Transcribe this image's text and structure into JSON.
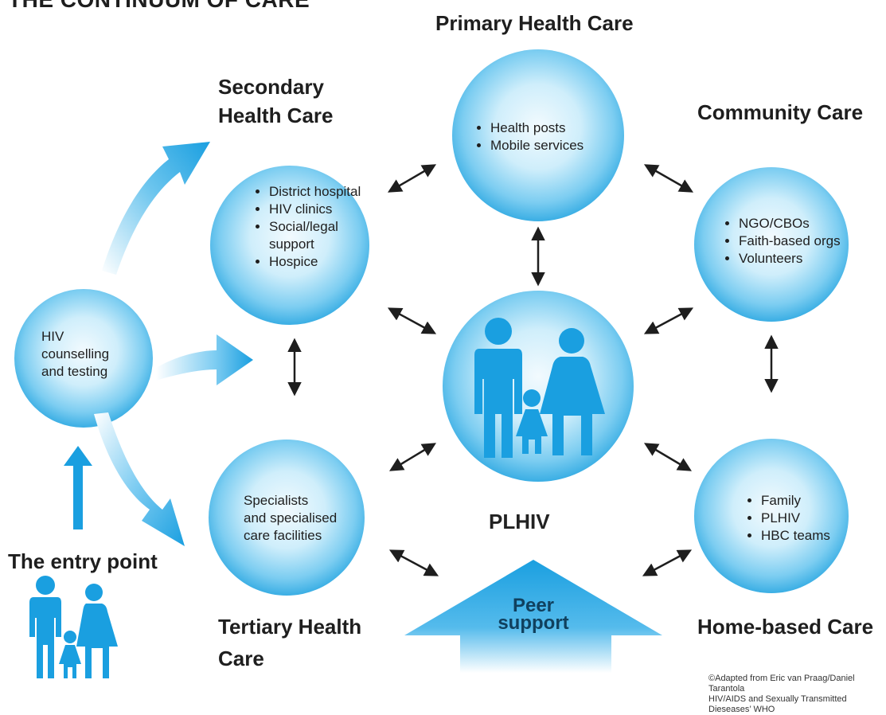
{
  "title": "THE CONTINUUM OF CARE",
  "nodes": {
    "primary": {
      "heading": "Primary Health Care",
      "items": [
        "Health posts",
        "Mobile services"
      ]
    },
    "secondary": {
      "heading_line1": "Secondary",
      "heading_line2": "Health Care",
      "items": [
        "District hospital",
        "HIV clinics",
        "Social/legal support",
        "Hospice"
      ]
    },
    "community": {
      "heading": "Community Care",
      "items": [
        "NGO/CBOs",
        "Faith-based orgs",
        "Volunteers"
      ]
    },
    "tertiary": {
      "heading_line1": "Tertiary Health",
      "heading_line2": "Care",
      "text_lines": [
        "Specialists",
        "and specialised",
        "care facilities"
      ]
    },
    "home": {
      "heading": "Home-based Care",
      "items": [
        "Family",
        "PLHIV",
        "HBC teams"
      ]
    },
    "center": {
      "label": "PLHIV"
    },
    "entry": {
      "text_lines": [
        "HIV",
        "counselling",
        "and testing"
      ],
      "label": "The entry point"
    }
  },
  "peer_support": {
    "line1": "Peer",
    "line2": "support"
  },
  "credit": {
    "line1": "©Adapted from Eric van Praag/Daniel Tarantola",
    "line2": "HIV/AIDS and Sexually Transmitted Dieseases’ WHO"
  },
  "colors": {
    "accent": "#1a9fe0",
    "circle_light": "#e8f6fd",
    "circle_dark": "#3fb0e6",
    "text": "#1e1e1e"
  }
}
